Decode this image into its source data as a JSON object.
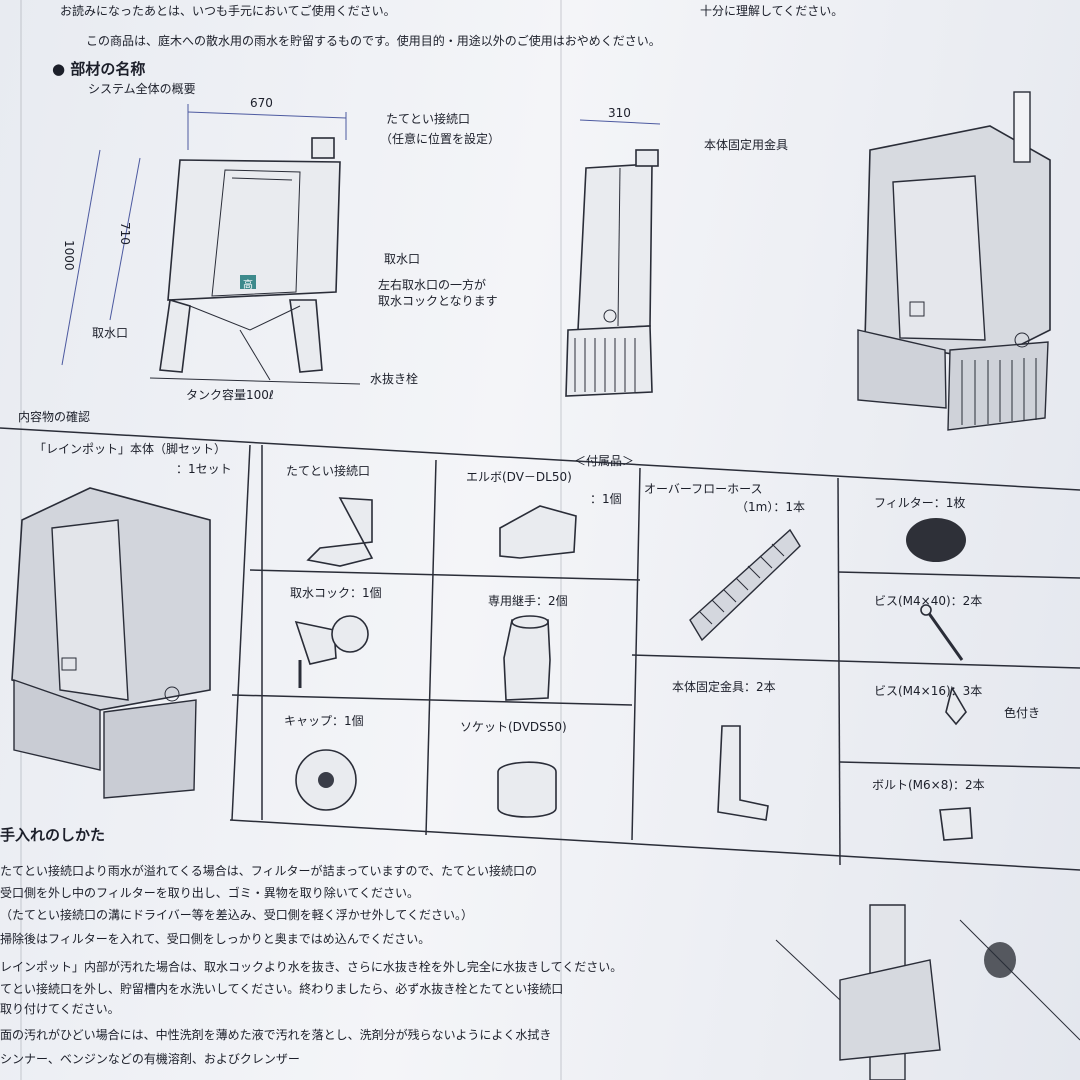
{
  "intro": {
    "line1": "お読みになったあとは、いつも手元においてご使用ください。",
    "line1_tail": "十分に理解してください。",
    "line2": "この商品は、庭木への散水用の雨水を貯留するものです。使用目的・用途以外のご使用はおやめください。"
  },
  "parts_section": {
    "heading": "部材の名称",
    "subheading": "システム全体の概要",
    "dim_670": "670",
    "dim_710": "710",
    "dim_1000": "1000",
    "dim_310": "310",
    "label_inlet": "たてとい接続口",
    "label_inlet_note": "（任意に位置を設定）",
    "label_tap": "取水口",
    "label_tap_note_1": "左右取水口の一方が",
    "label_tap_note_2": "取水コックとなります",
    "label_tap_left": "取水口",
    "label_drain": "水抜き栓",
    "label_capacity": "タンク容量100ℓ",
    "label_bracket": "本体固定用金具",
    "logo_mark": "高"
  },
  "contents_section": {
    "heading": "内容物の確認",
    "main_body": "「レインポット」本体（脚セット）",
    "main_body_qty": "：1セット",
    "accessories": "＜付属品＞",
    "items": [
      {
        "label": "たてとい接続口",
        "qty": ""
      },
      {
        "label": "エルボ(DV－DL50)",
        "qty": "：1個"
      },
      {
        "label": "オーバーフローホース",
        "qty": "（1m）：1本"
      },
      {
        "label": "フィルター：1枚",
        "qty": ""
      },
      {
        "label": "取水コック：1個",
        "qty": ""
      },
      {
        "label": "専用継手：2個",
        "qty": ""
      },
      {
        "label": "ビス(M4×40)：2本",
        "qty": ""
      },
      {
        "label": "本体固定金具：2本",
        "qty": ""
      },
      {
        "label": "ビス(M4×16)：3本",
        "qty": "色付き"
      },
      {
        "label": "キャップ：1個",
        "qty": ""
      },
      {
        "label": "ソケット(DVDS50)",
        "qty": ""
      },
      {
        "label": "ボルト(M6×8)：2本",
        "qty": ""
      }
    ]
  },
  "care_section": {
    "heading": "手入れのしかた",
    "lines": [
      "たてとい接続口より雨水が溢れてくる場合は、フィルターが詰まっていますので、たてとい接続口の",
      "受口側を外し中のフィルターを取り出し、ゴミ・異物を取り除いてください。",
      "（たてとい接続口の溝にドライバー等を差込み、受口側を軽く浮かせ外してください。）",
      "掃除後はフィルターを入れて、受口側をしっかりと奥まではめ込んでください。",
      "レインポット」内部が汚れた場合は、取水コックより水を抜き、さらに水抜き栓を外し完全に水抜きしてください。",
      "てとい接続口を外し、貯留槽内を水洗いしてください。終わりましたら、必ず水抜き栓とたてとい接続口",
      "取り付けてください。",
      "面の汚れがひどい場合には、中性洗剤を薄めた液で汚れを落とし、洗剤分が残らないようによく水拭き",
      "シンナー、ベンジンなどの有機溶剤、およびクレンザー"
    ]
  }
}
